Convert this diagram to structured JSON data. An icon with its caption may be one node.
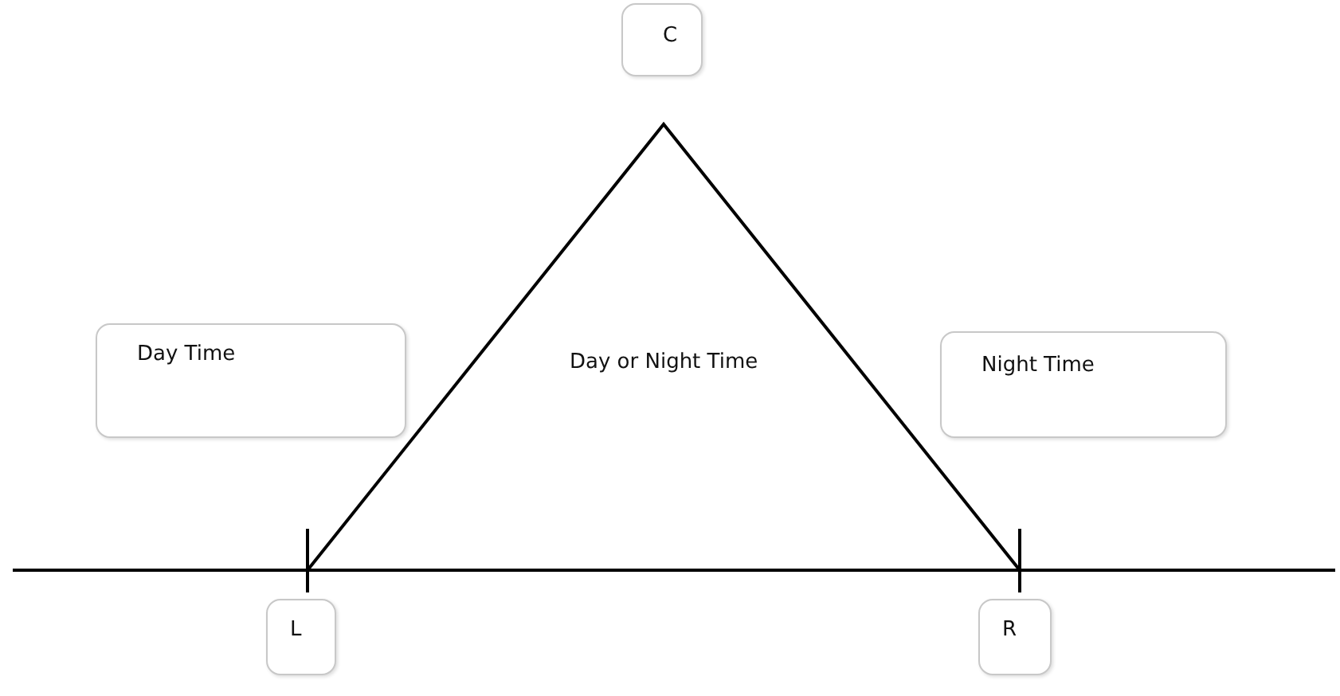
{
  "diagram": {
    "nodes": [
      {
        "text": [
          "C"
        ]
      },
      {
        "text": [
          "Day Time"
        ]
      },
      {
        "text": [
          "Day or Night Time"
        ]
      },
      {
        "text": [
          "Night Time"
        ]
      },
      {
        "text": [
          "L"
        ]
      },
      {
        "text": [
          "R"
        ]
      }
    ]
  }
}
